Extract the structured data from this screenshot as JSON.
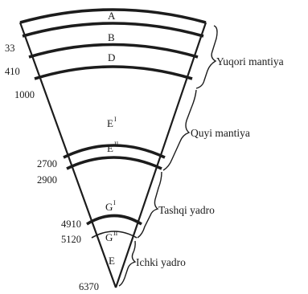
{
  "layers": [
    {
      "id": "A",
      "letter": "A",
      "sup": ""
    },
    {
      "id": "B",
      "letter": "B",
      "sup": ""
    },
    {
      "id": "D",
      "letter": "D",
      "sup": ""
    },
    {
      "id": "E1",
      "letter": "E",
      "sup": "I"
    },
    {
      "id": "E2",
      "letter": "E",
      "sup": "II"
    },
    {
      "id": "G1",
      "letter": "G",
      "sup": "I"
    },
    {
      "id": "G2",
      "letter": "G",
      "sup": "II"
    },
    {
      "id": "E3",
      "letter": "E",
      "sup": ""
    }
  ],
  "depths": [
    "33",
    "410",
    "1000",
    "2700",
    "2900",
    "4910",
    "5120",
    "6370"
  ],
  "zones": {
    "upper_mantle": "Yuqori mantiya",
    "lower_mantle": "Quyi mantiya",
    "outer_core": "Tashqi yadro",
    "inner_core": "Ichki yadro"
  }
}
